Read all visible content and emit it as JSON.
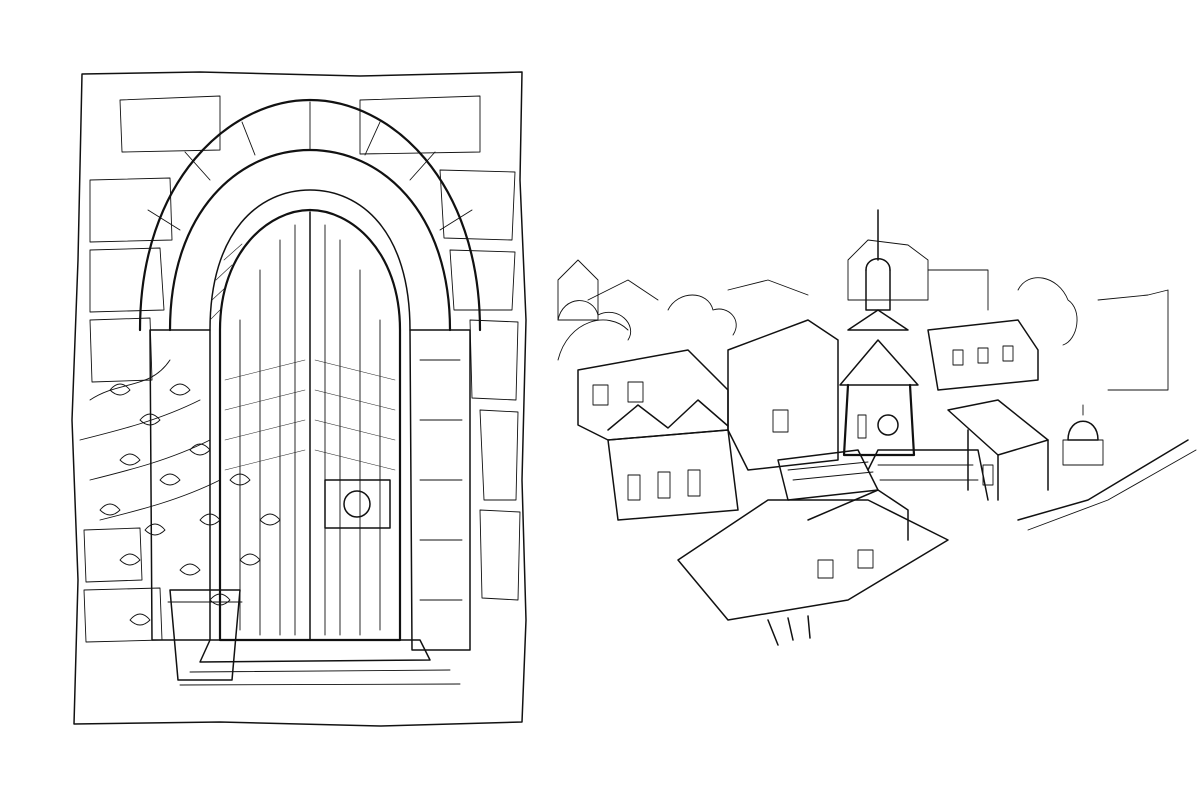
{
  "scene": {
    "background": "#ffffff",
    "ink_color": "#111111",
    "illustrations": [
      {
        "name": "arched-wooden-door",
        "icon": "door-sketch",
        "subject": "door"
      },
      {
        "name": "rooftop-town-view",
        "icon": "town-sketch",
        "subject": "town"
      }
    ]
  }
}
